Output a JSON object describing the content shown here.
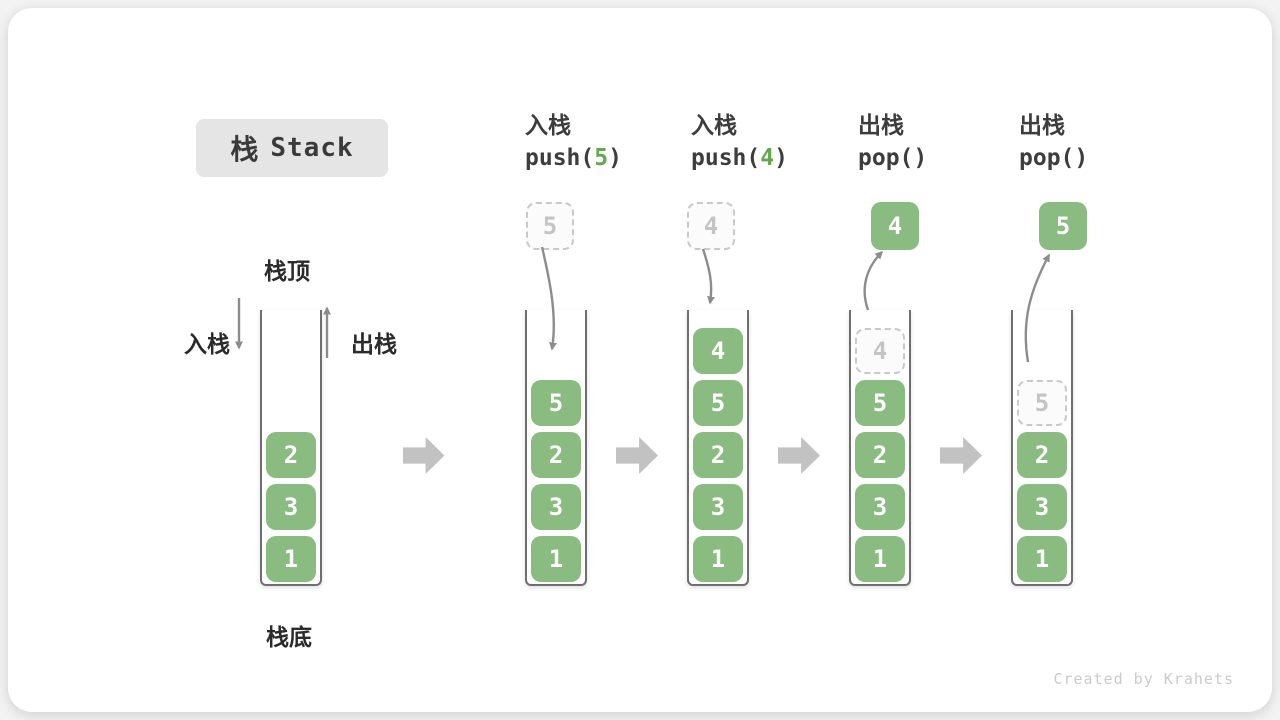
{
  "title": {
    "zh": "栈",
    "en": "Stack"
  },
  "side_labels": {
    "top": "栈顶",
    "bottom": "栈底",
    "push": "入栈",
    "pop": "出栈"
  },
  "watermark": "Created by Krahets",
  "colors": {
    "cell_green": "#8abb80",
    "code_arg_green": "#61a84f",
    "flow_arrow_gray": "#c2c2c2",
    "curve_arrow_gray": "#8c8c8c",
    "dashed_border": "#c9c9c9",
    "badge_bg": "#e5e5e5"
  },
  "columns": [
    {
      "header": null,
      "float": null,
      "flow": null,
      "stack": [
        {
          "v": "2"
        },
        {
          "v": "3"
        },
        {
          "v": "1"
        }
      ]
    },
    {
      "header": {
        "line1": "入栈",
        "code_pre": "push(",
        "code_arg": "5",
        "code_post": ")"
      },
      "float": {
        "value": "5",
        "dashed": true
      },
      "flow": "in",
      "stack": [
        {
          "v": "5"
        },
        {
          "v": "2"
        },
        {
          "v": "3"
        },
        {
          "v": "1"
        }
      ]
    },
    {
      "header": {
        "line1": "入栈",
        "code_pre": "push(",
        "code_arg": "4",
        "code_post": ")"
      },
      "float": {
        "value": "4",
        "dashed": true
      },
      "flow": "in",
      "stack": [
        {
          "v": "4"
        },
        {
          "v": "5"
        },
        {
          "v": "2"
        },
        {
          "v": "3"
        },
        {
          "v": "1"
        }
      ]
    },
    {
      "header": {
        "line1": "出栈",
        "code_pre": "pop(",
        "code_arg": "",
        "code_post": ")"
      },
      "float": {
        "value": "4",
        "dashed": false
      },
      "flow": "out",
      "stack": [
        {
          "v": "4",
          "dashed": true
        },
        {
          "v": "5"
        },
        {
          "v": "2"
        },
        {
          "v": "3"
        },
        {
          "v": "1"
        }
      ]
    },
    {
      "header": {
        "line1": "出栈",
        "code_pre": "pop(",
        "code_arg": "",
        "code_post": ")"
      },
      "float": {
        "value": "5",
        "dashed": false
      },
      "flow": "out",
      "stack": [
        {
          "v": "5",
          "dashed": true
        },
        {
          "v": "2"
        },
        {
          "v": "3"
        },
        {
          "v": "1"
        }
      ]
    }
  ]
}
